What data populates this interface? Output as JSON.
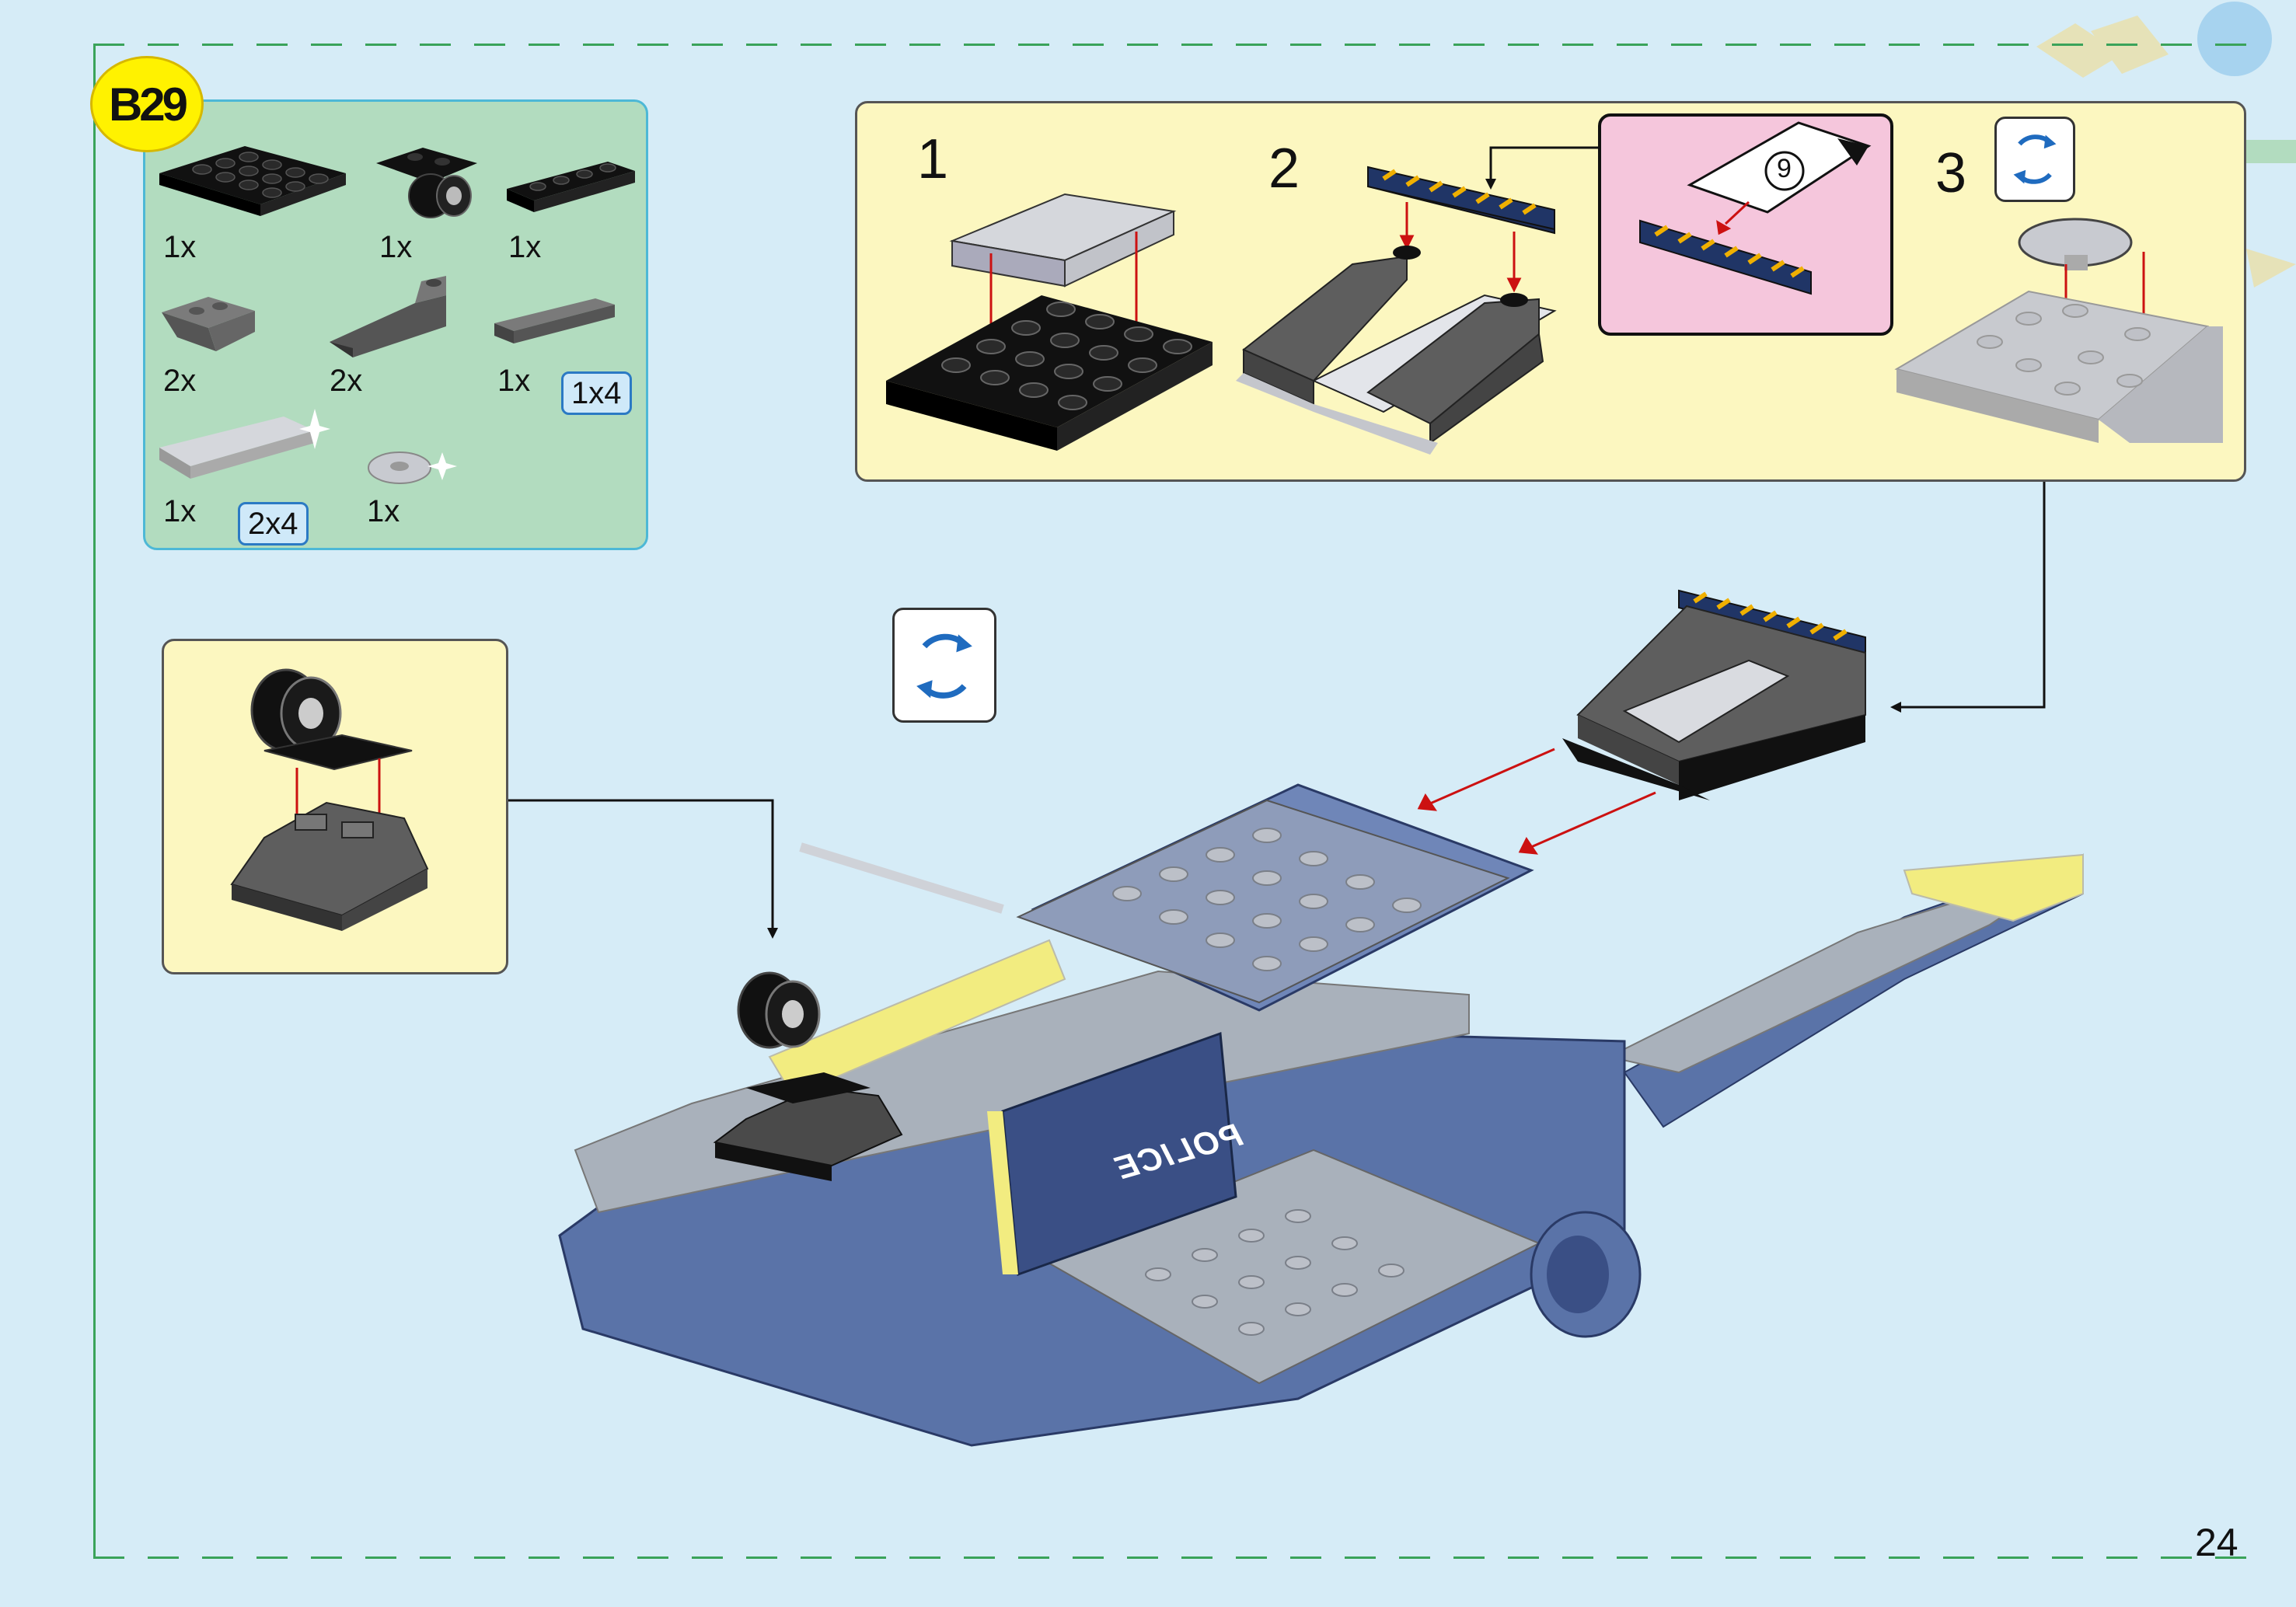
{
  "step_badge": "B29",
  "parts_list": [
    {
      "name": "plate-4x4-black",
      "quantity": "1x"
    },
    {
      "name": "wheel-holder-plate",
      "quantity": "1x"
    },
    {
      "name": "plate-1x4-black",
      "quantity": "1x"
    },
    {
      "name": "slope-inverted-2x2-grey",
      "quantity": "2x"
    },
    {
      "name": "slope-1x3-grey",
      "quantity": "2x"
    },
    {
      "name": "tile-1x4-dark",
      "quantity": "1x",
      "size_label": "1x4"
    },
    {
      "name": "tile-2x4-light-grey",
      "quantity": "1x",
      "size_label": "2x4"
    },
    {
      "name": "round-plate-2x2-light-grey",
      "quantity": "1x"
    }
  ],
  "substeps": [
    {
      "number": "1"
    },
    {
      "number": "2"
    },
    {
      "number": "3"
    }
  ],
  "sticker_number": "9",
  "model_label": "POLICE",
  "page_number": "24",
  "colors": {
    "page_bg": "#d6ecf7",
    "frame_dash": "#3aa35a",
    "parts_panel_bg": "#b2dcbf",
    "callout_bg": "#fcf7c0",
    "sticker_bg": "#f5c6dc",
    "badge_yellow": "#fff200",
    "arrow_red": "#cc1111",
    "model_blue": "#5a73a8",
    "rotate_blue": "#1f6bbf"
  }
}
